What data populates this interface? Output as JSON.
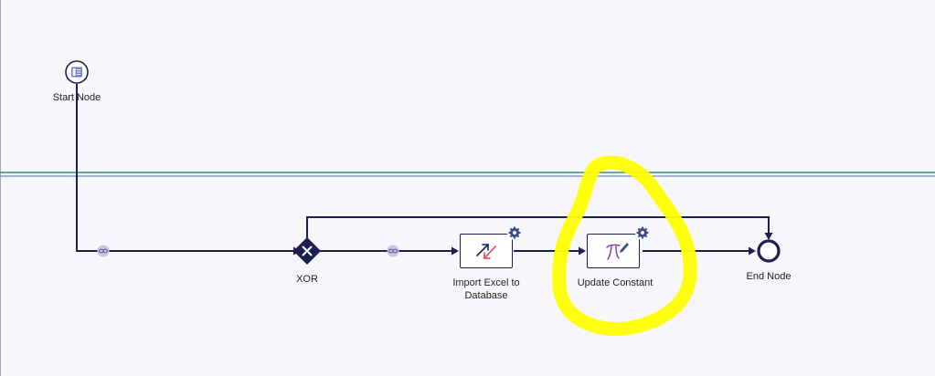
{
  "workflow": {
    "nodes": {
      "start": {
        "label": "Start Node"
      },
      "xor": {
        "label": "XOR"
      },
      "import_excel": {
        "label": "Import Excel to Database"
      },
      "update_constant": {
        "label": "Update Constant"
      },
      "end": {
        "label": "End Node"
      }
    },
    "colors": {
      "edge": "#1c1f52",
      "lane_divider": "#2e8f7a",
      "link_badge": "#c5c4ec",
      "highlight": "#ffff00"
    },
    "icons": {
      "start": "start-node-icon",
      "xor": "xor-gateway-icon",
      "import_excel": "import-arrows-icon",
      "update_constant": "pi-pencil-icon",
      "settings": "gear-icon",
      "link": "link-icon"
    }
  }
}
